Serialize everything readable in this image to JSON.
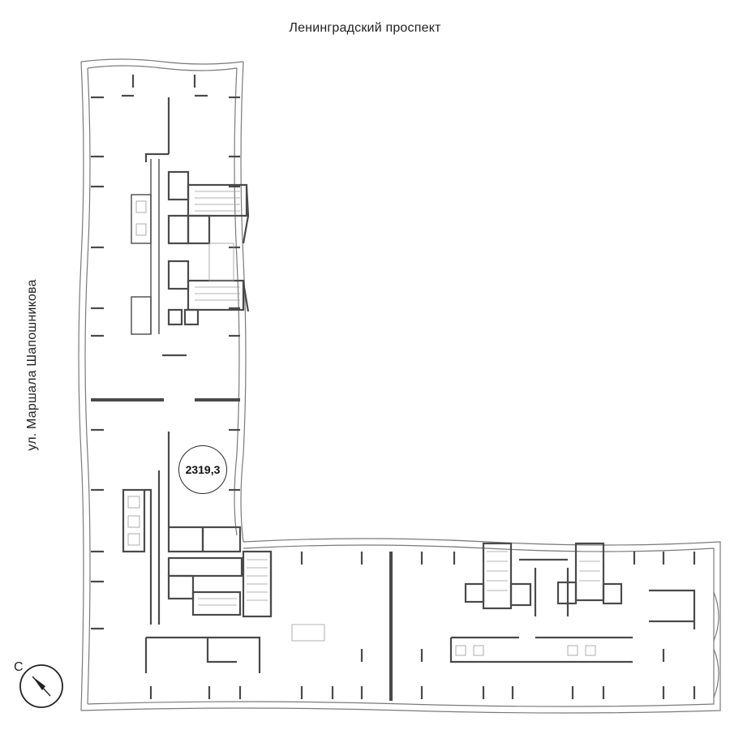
{
  "labels": {
    "street_top": "Ленинградский проспект",
    "street_left": "ул. Маршала Шапошникова",
    "compass_north": "С"
  },
  "area_badge": {
    "value": "2319,3"
  },
  "colors": {
    "wall": "#4a4a4a",
    "outline": "#7a7a7a",
    "thin": "#9a9a9a",
    "background": "#ffffff",
    "text": "#222222"
  },
  "icons": {
    "compass": "north-arrow-icon"
  }
}
